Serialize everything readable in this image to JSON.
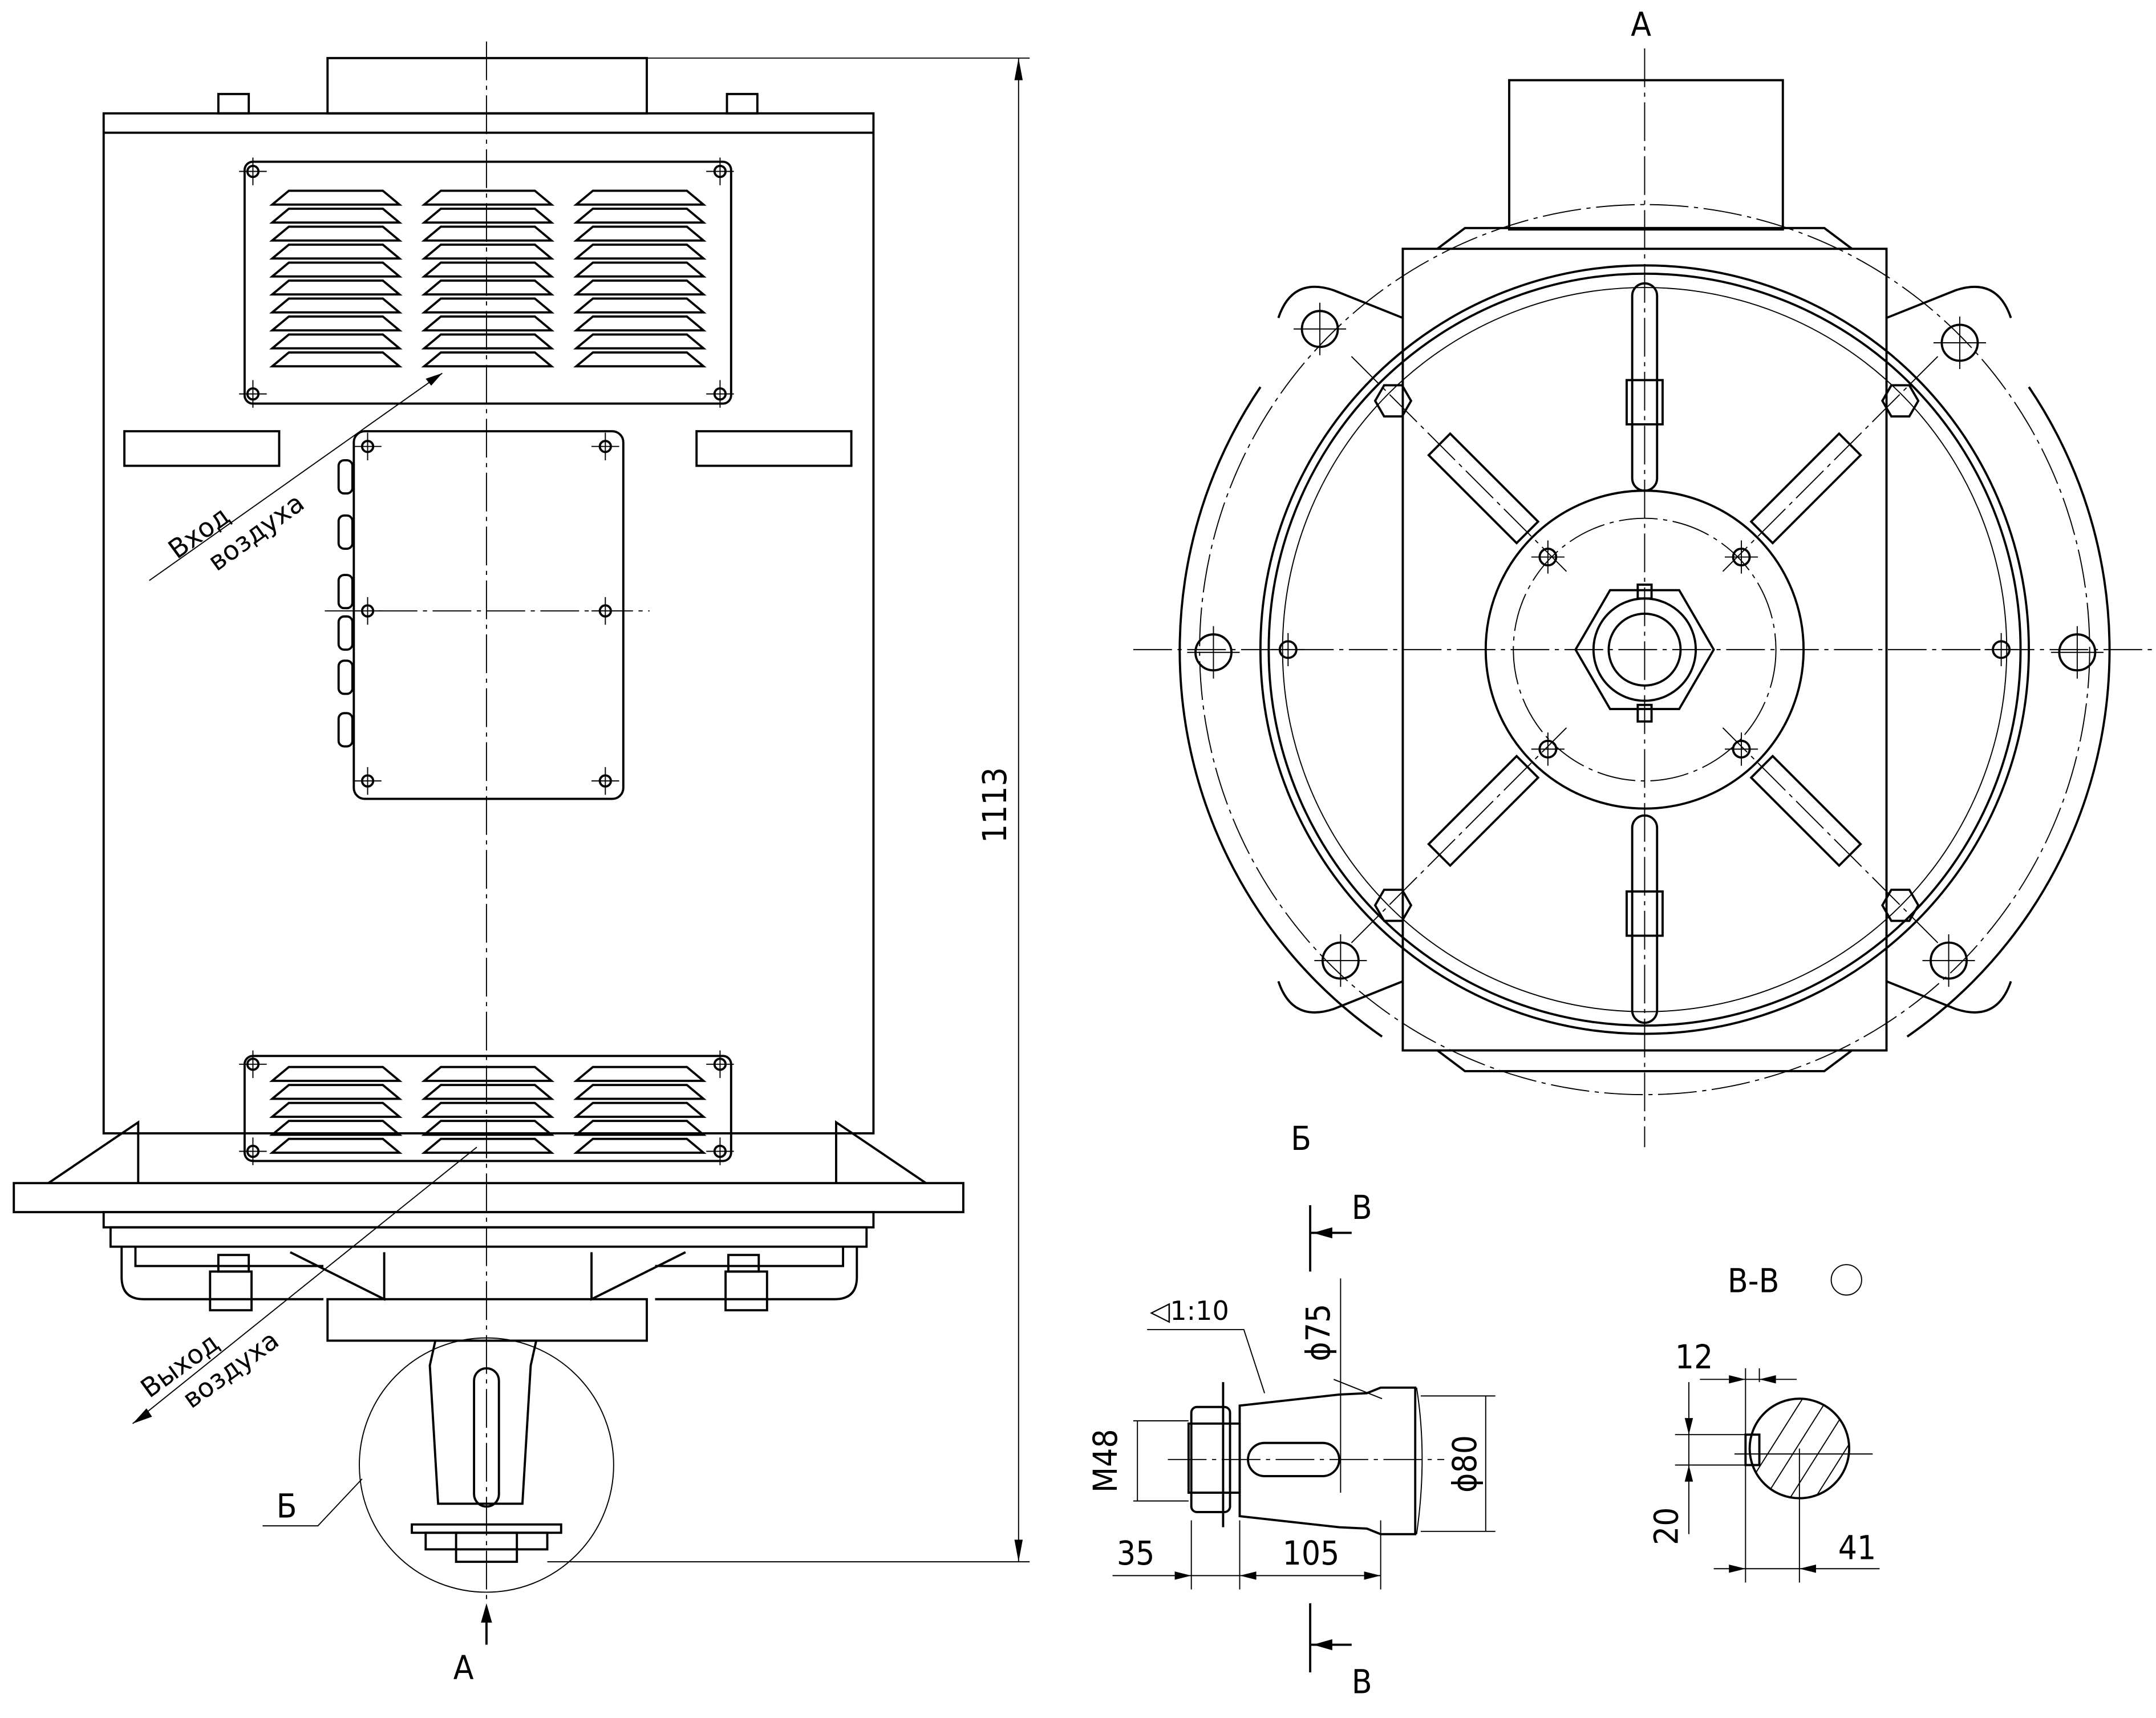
{
  "main_view": {
    "overall_height_dim": "1113",
    "air_inlet": [
      "Вход",
      "воздуха"
    ],
    "air_outlet": [
      "Выход",
      "воздуха"
    ],
    "detail_callout": "Б",
    "view_arrow_label": "А"
  },
  "end_view": {
    "title": "А"
  },
  "detail_view": {
    "title": "Б",
    "section_mark_top": "В",
    "section_mark_bottom": "В",
    "taper": "◁1:10",
    "dia_75": "ϕ75",
    "dia_80": "ϕ80",
    "thread": "M48",
    "len_35": "35",
    "len_105": "105"
  },
  "section_view": {
    "title": "В-В",
    "key_width": "12",
    "key_depth": "20",
    "shaft_dim": "41"
  }
}
